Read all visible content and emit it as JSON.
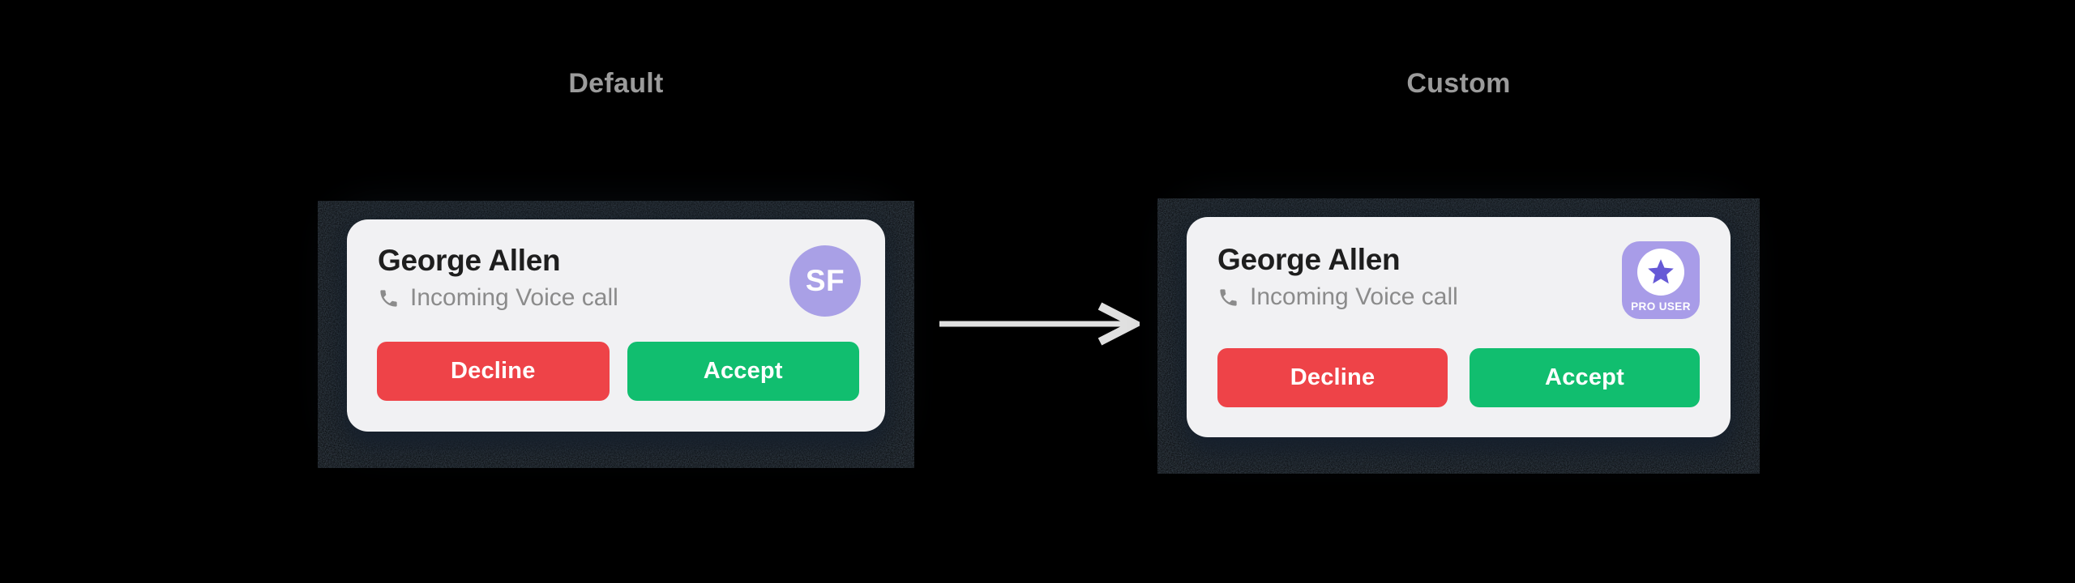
{
  "sections": {
    "default_label": "Default",
    "custom_label": "Custom"
  },
  "cards": {
    "default": {
      "title": "Default",
      "caller_name": "George Allen",
      "call_type": "Incoming Voice call",
      "avatar_initials": "SF",
      "decline_label": "Decline",
      "accept_label": "Accept"
    },
    "custom": {
      "title": "Custom",
      "caller_name": "George Allen",
      "call_type": "Incoming Voice call",
      "badge_text": "PRO USER",
      "decline_label": "Decline",
      "accept_label": "Accept"
    }
  },
  "icons": {
    "phone": "phone-icon",
    "star": "star-icon",
    "arrow": "arrow-right-icon"
  },
  "colors": {
    "background": "#000000",
    "card_background": "#F1F1F3",
    "caller_name_text": "#1E1E1E",
    "subtitle_text": "#8B8B8B",
    "section_label_text": "#9B9B9B",
    "decline_red": "#EE4348",
    "accept_green": "#11BE6F",
    "avatar_purple": "#A9A0E6",
    "badge_purple": "#A89CE8",
    "star_purple": "#6659D6",
    "arrow_gray": "#E0E0E0",
    "shadow_slate": "#17212D"
  }
}
